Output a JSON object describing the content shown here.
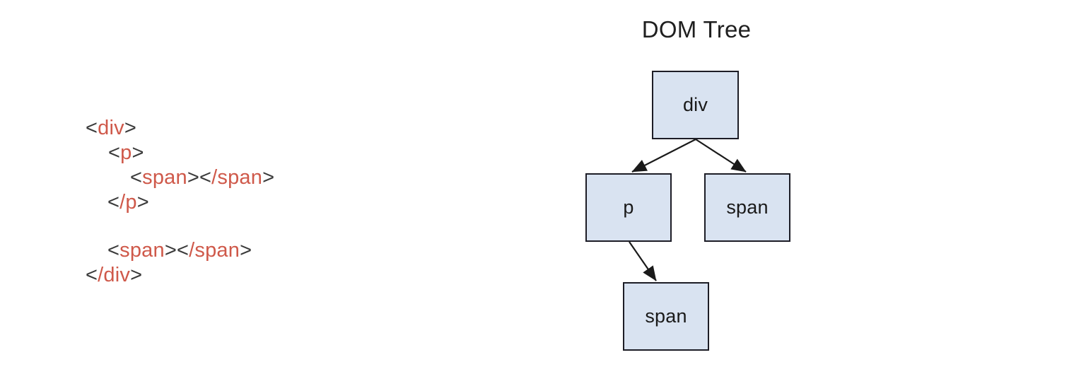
{
  "page": {
    "background_color": "#ffffff",
    "text_color": "#1a1a1a"
  },
  "code_panel": {
    "name": "html-source-listing",
    "language": "html",
    "bracket_color": "#3a3a3a",
    "tag_color": "#cf594a",
    "lines": [
      {
        "indent": 0,
        "text": "<div>",
        "parts": [
          {
            "t": "bracket",
            "v": "<"
          },
          {
            "t": "tag",
            "v": "div"
          },
          {
            "t": "bracket",
            "v": ">"
          }
        ]
      },
      {
        "indent": 1,
        "text": "<p>",
        "parts": [
          {
            "t": "bracket",
            "v": "<"
          },
          {
            "t": "tag",
            "v": "p"
          },
          {
            "t": "bracket",
            "v": ">"
          }
        ]
      },
      {
        "indent": 2,
        "text": "<span></span>",
        "parts": [
          {
            "t": "bracket",
            "v": "<"
          },
          {
            "t": "tag",
            "v": "span"
          },
          {
            "t": "bracket",
            "v": ">"
          },
          {
            "t": "bracket",
            "v": "<"
          },
          {
            "t": "slash",
            "v": "/"
          },
          {
            "t": "tag",
            "v": "span"
          },
          {
            "t": "bracket",
            "v": ">"
          }
        ]
      },
      {
        "indent": 1,
        "text": "</p>",
        "parts": [
          {
            "t": "bracket",
            "v": "<"
          },
          {
            "t": "slash",
            "v": "/"
          },
          {
            "t": "tag",
            "v": "p"
          },
          {
            "t": "bracket",
            "v": ">"
          }
        ]
      },
      {
        "indent": 0,
        "text": "",
        "parts": []
      },
      {
        "indent": 1,
        "text": "<span> </span>",
        "parts": [
          {
            "t": "bracket",
            "v": "<"
          },
          {
            "t": "tag",
            "v": "span"
          },
          {
            "t": "bracket",
            "v": ">"
          },
          {
            "t": "bracket",
            "v": "<"
          },
          {
            "t": "slash",
            "v": "/"
          },
          {
            "t": "tag",
            "v": "span"
          },
          {
            "t": "bracket",
            "v": ">"
          }
        ]
      },
      {
        "indent": 0,
        "text": "</div>",
        "parts": [
          {
            "t": "bracket",
            "v": "<"
          },
          {
            "t": "slash",
            "v": "/"
          },
          {
            "t": "tag",
            "v": "div"
          },
          {
            "t": "bracket",
            "v": ">"
          }
        ]
      }
    ]
  },
  "tree_panel": {
    "title": "DOM Tree",
    "node_fill": "#d9e3f1",
    "node_border": "#1d1d26",
    "edge_color": "#1a1a1a",
    "nodes": [
      {
        "id": "div",
        "label": "div"
      },
      {
        "id": "p",
        "label": "p"
      },
      {
        "id": "span-right",
        "label": "span"
      },
      {
        "id": "span-bottom",
        "label": "span"
      }
    ],
    "edges": [
      {
        "from": "div",
        "to": "p"
      },
      {
        "from": "div",
        "to": "span-right"
      },
      {
        "from": "p",
        "to": "span-bottom"
      }
    ]
  }
}
